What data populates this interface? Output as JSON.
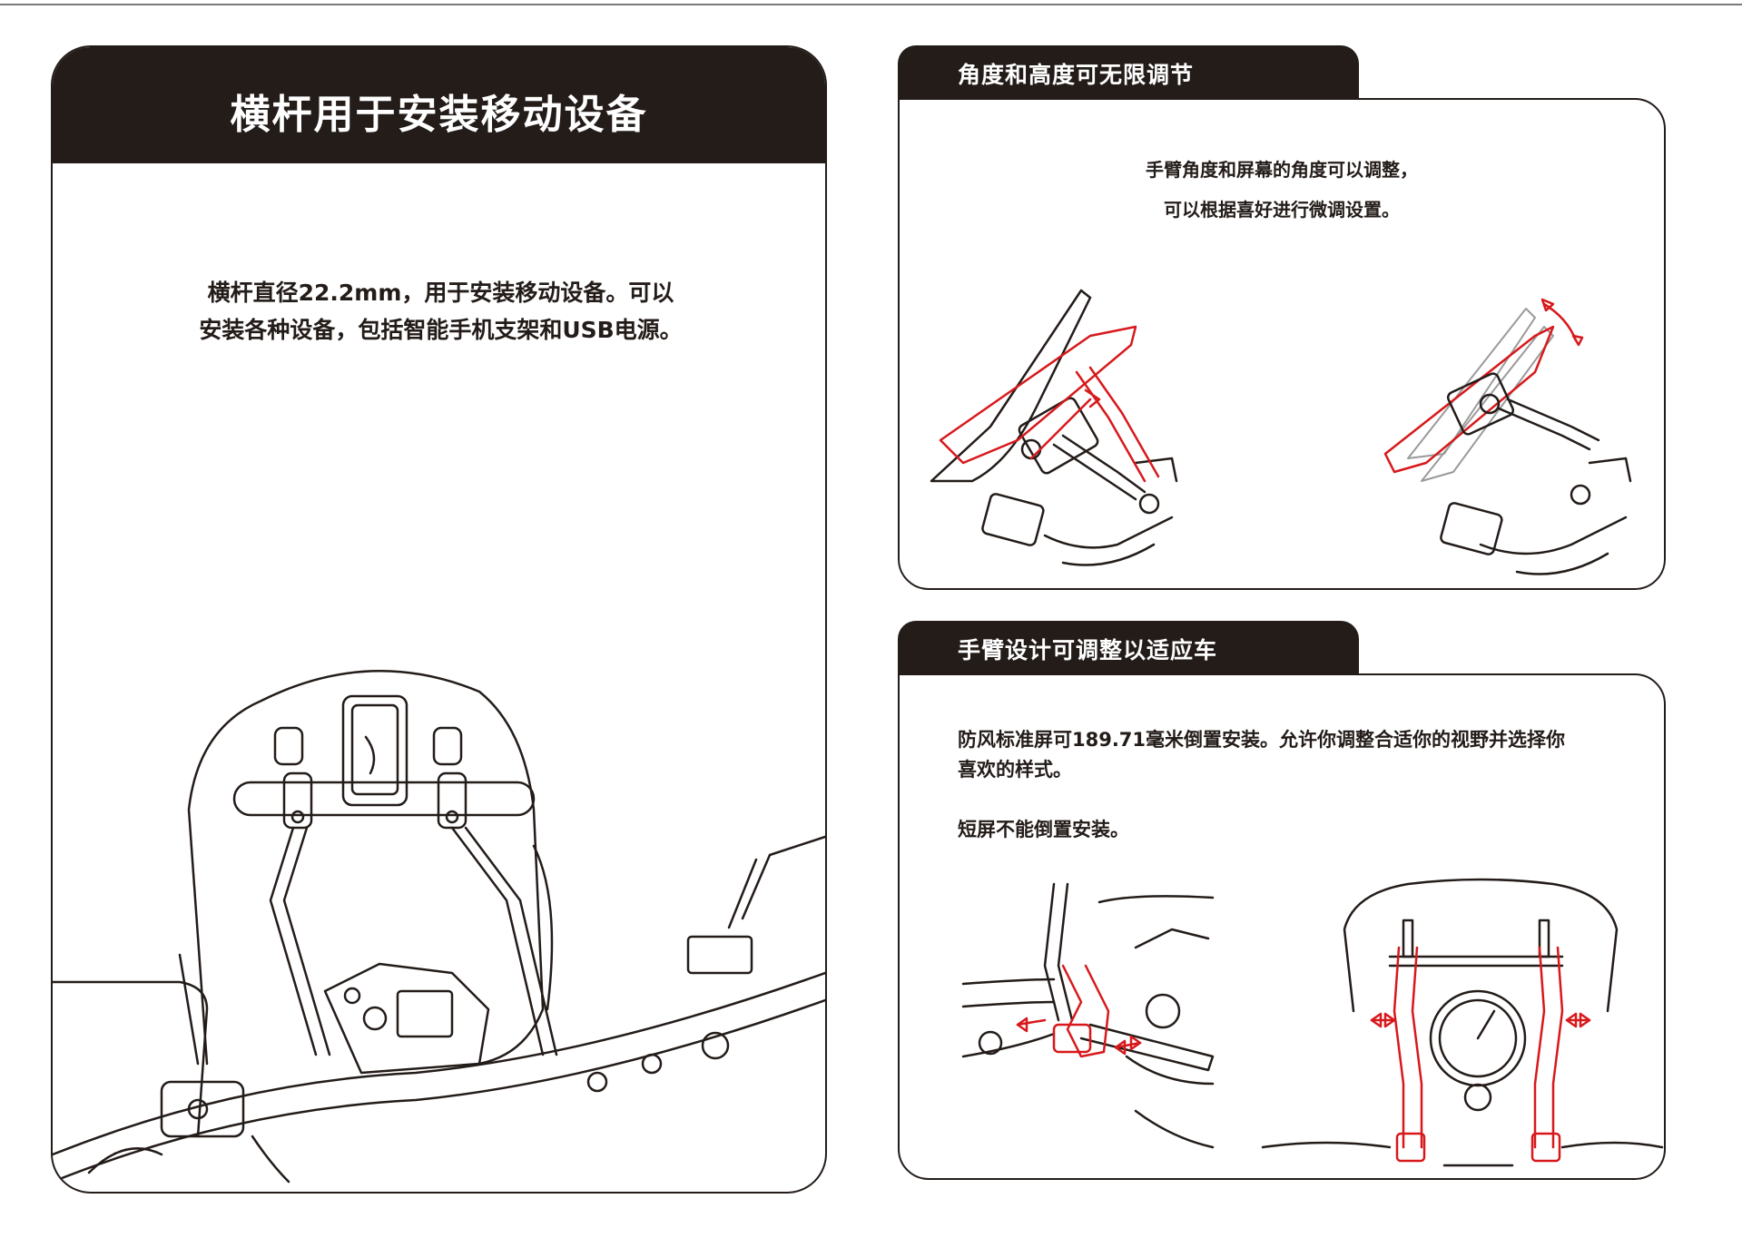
{
  "left": {
    "title": "横杆用于安装移动设备",
    "desc_line1": "横杆直径22.2mm，用于安装移动设备。可以",
    "desc_line2": "安装各种设备，包括智能手机支架和USB电源。"
  },
  "right_top": {
    "tab_label": "角度和高度可无限调节",
    "desc_line1": "手臂角度和屏幕的角度可以调整，",
    "desc_line2": "可以根据喜好进行微调设置。"
  },
  "right_bottom": {
    "tab_label": "手臂设计可调整以适应车",
    "desc_line1": "防风标准屏可189.71毫米倒置安装。允许你调整合适你的视野并选择你",
    "desc_line2": "喜欢的样式。",
    "desc_line3": "短屏不能倒置安装。"
  },
  "colors": {
    "header_bg": "#231c19",
    "accent_red": "#d7191c",
    "line_art": "#231c19"
  }
}
